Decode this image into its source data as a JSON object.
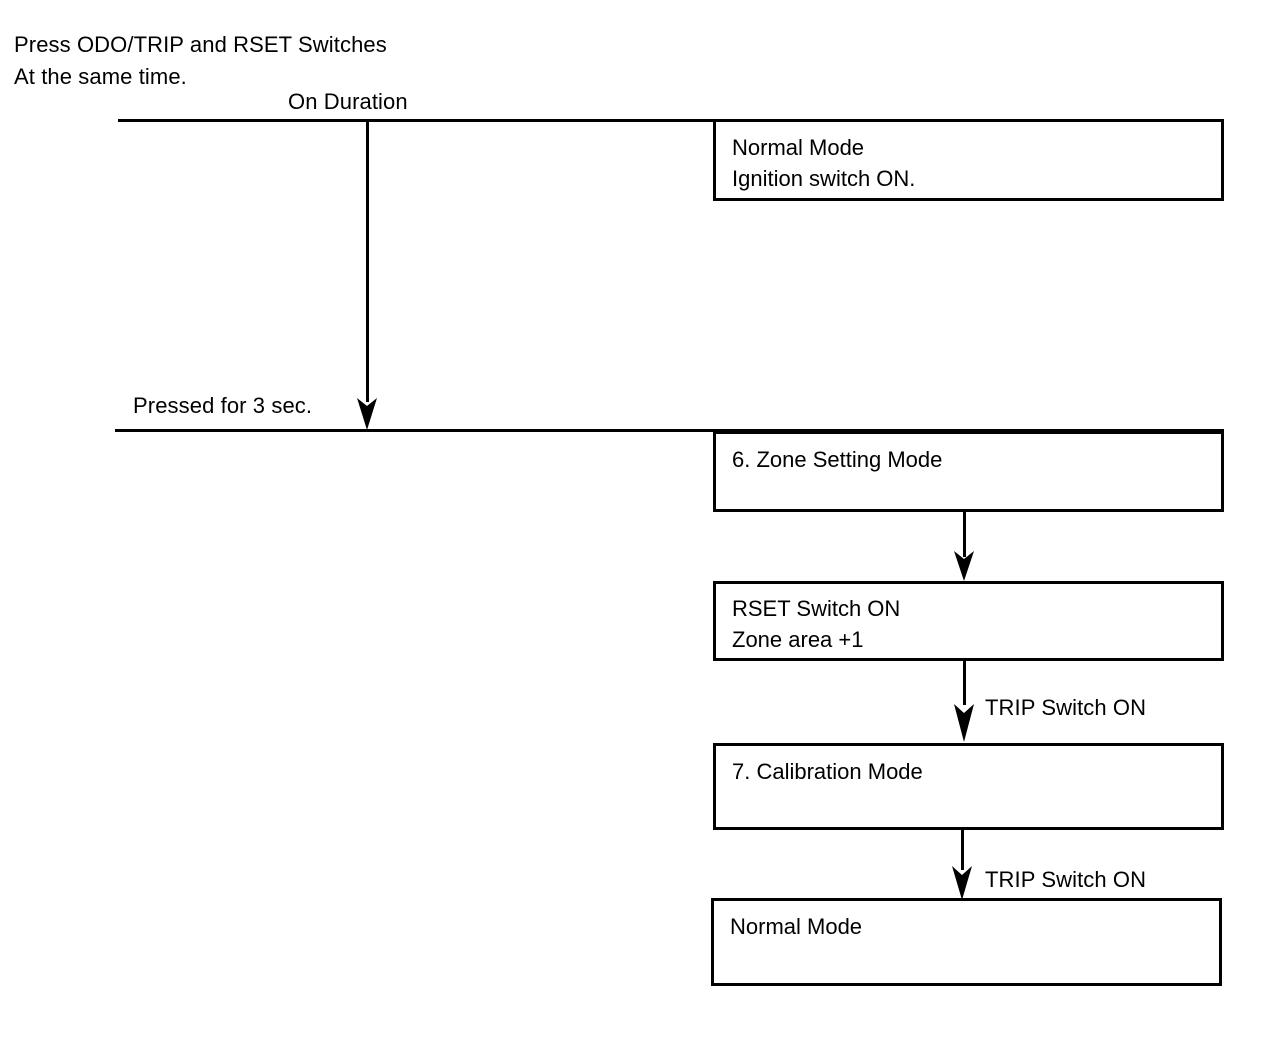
{
  "diagram": {
    "title_lines": [
      "Press ODO/TRIP and RSET Switches",
      "At the same time."
    ],
    "timeline_labels": {
      "on_duration": "On Duration",
      "pressed_for_3_sec": "Pressed for 3 sec."
    },
    "boxes": [
      {
        "id": "normal-mode-ignition",
        "lines": [
          "Normal Mode",
          "Ignition switch ON."
        ]
      },
      {
        "id": "zone-setting-mode",
        "lines": [
          "6. Zone Setting Mode"
        ]
      },
      {
        "id": "rset-switch-on",
        "lines": [
          "RSET Switch ON",
          "Zone area +1"
        ]
      },
      {
        "id": "calibration-mode",
        "lines": [
          "7. Calibration Mode"
        ]
      },
      {
        "id": "normal-mode",
        "lines": [
          "Normal Mode"
        ]
      }
    ],
    "transitions": [
      {
        "id": "zone-to-rset",
        "label": ""
      },
      {
        "id": "rset-to-calibration",
        "label": "TRIP Switch ON"
      },
      {
        "id": "calibration-to-normal",
        "label": "TRIP Switch ON"
      }
    ],
    "colors": {
      "ink": "#000000",
      "paper": "#ffffff"
    }
  }
}
